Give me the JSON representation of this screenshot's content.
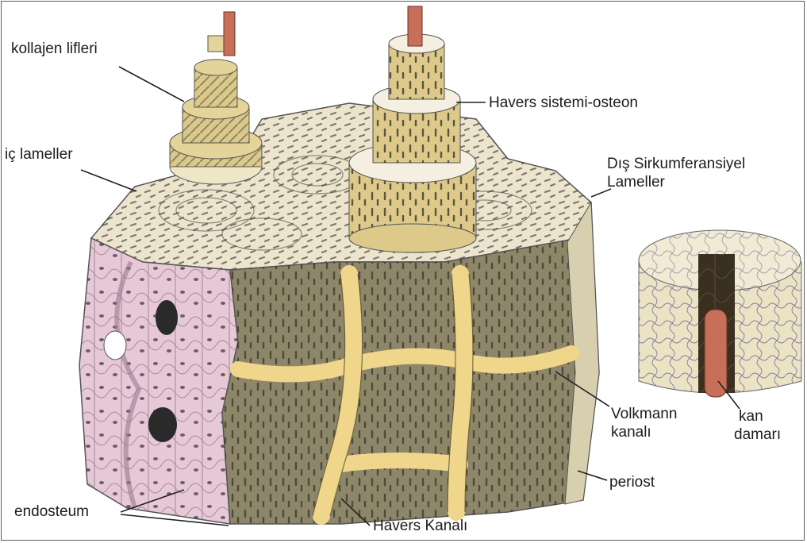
{
  "labels": {
    "kollajen": "kollajen lifleri",
    "havers_sistemi": "Havers sistemi-osteon",
    "ic_lameller": "iç lameller",
    "dis_line1": "Dış Sirkumferansiyel",
    "dis_line2": "Lameller",
    "volkmann_line1": "Volkmann",
    "volkmann_line2": "kanalı",
    "kan_line1": "kan",
    "kan_line2": "damarı",
    "periost": "periost",
    "endosteum": "endosteum",
    "havers_kanali": "Havers Kanalı"
  },
  "colors": {
    "bone_top": "#e8e0c8",
    "bone_face": "#8c8466",
    "lamella": "#d9c98e",
    "canal": "#f0d68a",
    "spongy": "#e4c6d4",
    "vessel": "#c86f5a",
    "leader": "#222222"
  }
}
